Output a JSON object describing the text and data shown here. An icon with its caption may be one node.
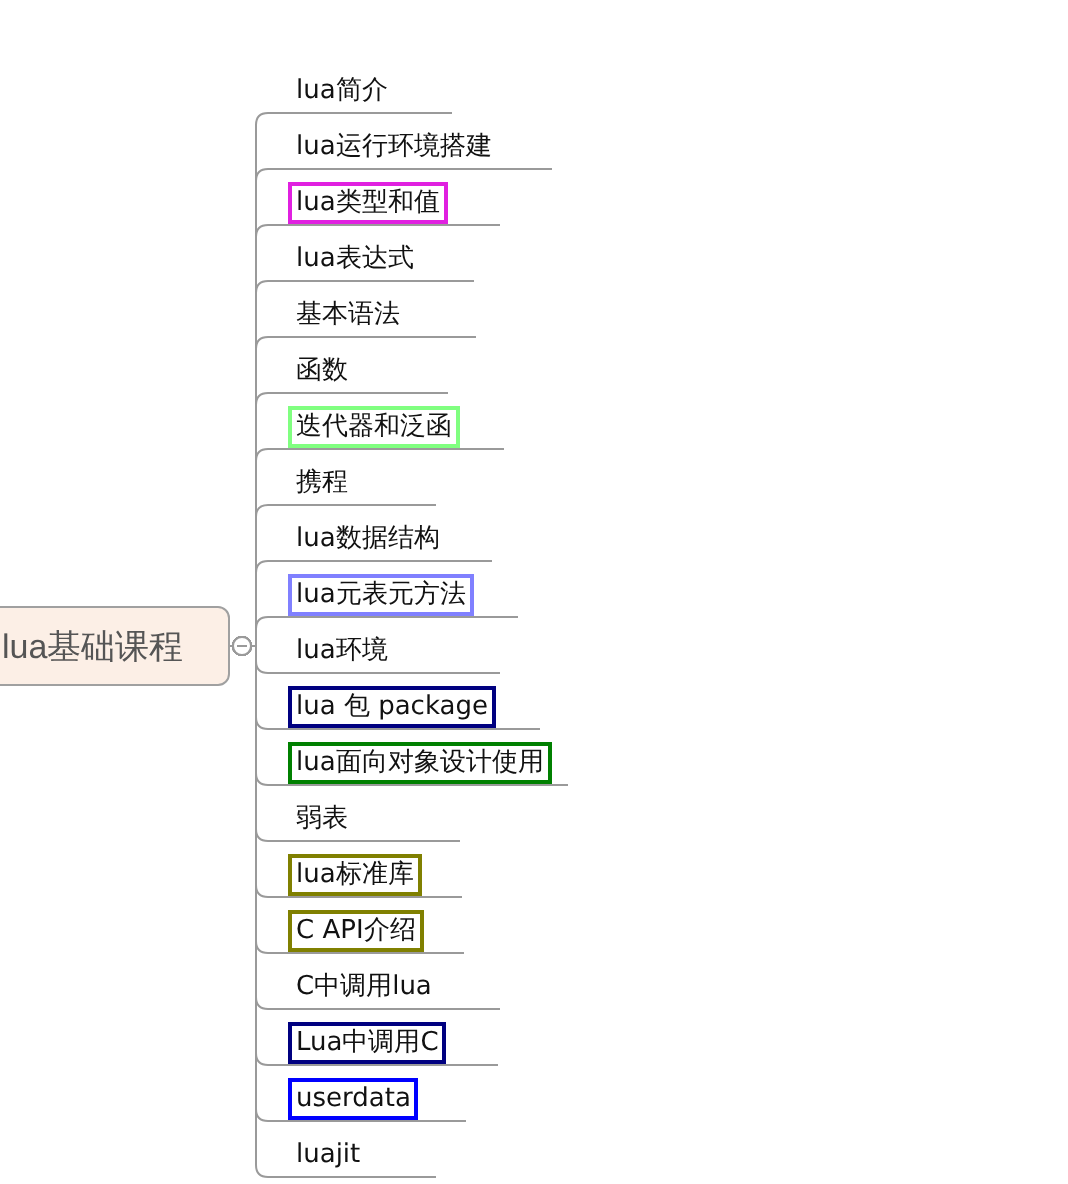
{
  "diagram": {
    "nodes": [
      {
        "text": [
          "lua基础课程"
        ]
      },
      {
        "text": [
          "lua简介"
        ]
      },
      {
        "text": [
          "lua运行环境搭建"
        ]
      },
      {
        "text": [
          "lua类型和值"
        ]
      },
      {
        "text": [
          "lua表达式"
        ]
      },
      {
        "text": [
          "基本语法"
        ]
      },
      {
        "text": [
          "函数"
        ]
      },
      {
        "text": [
          "迭代器和泛函"
        ]
      },
      {
        "text": [
          "携程"
        ]
      },
      {
        "text": [
          "lua数据结构"
        ]
      },
      {
        "text": [
          "lua元表元方法"
        ]
      },
      {
        "text": [
          "lua环境"
        ]
      },
      {
        "text": [
          "lua 包 package"
        ]
      },
      {
        "text": [
          "lua面向对象设计使用"
        ]
      },
      {
        "text": [
          "弱表"
        ]
      },
      {
        "text": [
          "lua标准库"
        ]
      },
      {
        "text": [
          "C API介绍"
        ]
      },
      {
        "text": [
          "C中调用lua"
        ]
      },
      {
        "text": [
          "Lua中调用C"
        ]
      },
      {
        "text": [
          "userdata"
        ]
      },
      {
        "text": [
          "luajit"
        ]
      }
    ],
    "edges": [
      {
        "from": 0,
        "to": 1,
        "arrow": "other"
      },
      {
        "from": 0,
        "to": 2,
        "arrow": "other"
      },
      {
        "from": 0,
        "to": 3,
        "arrow": "other"
      },
      {
        "from": 0,
        "to": 4,
        "arrow": "other"
      },
      {
        "from": 0,
        "to": 5,
        "arrow": "other"
      },
      {
        "from": 0,
        "to": 6,
        "arrow": "other"
      },
      {
        "from": 0,
        "to": 7,
        "arrow": "other"
      },
      {
        "from": 0,
        "to": 8,
        "arrow": "other"
      },
      {
        "from": 0,
        "to": 9,
        "arrow": "other"
      },
      {
        "from": 0,
        "to": 10,
        "arrow": "other"
      },
      {
        "from": 0,
        "to": 11,
        "arrow": "other"
      },
      {
        "from": 0,
        "to": 12,
        "arrow": "other"
      },
      {
        "from": 0,
        "to": 13,
        "arrow": "other"
      },
      {
        "from": 0,
        "to": 14,
        "arrow": "other"
      },
      {
        "from": 0,
        "to": 15,
        "arrow": "other"
      },
      {
        "from": 0,
        "to": 16,
        "arrow": "other"
      },
      {
        "from": 0,
        "to": 17,
        "arrow": "other"
      },
      {
        "from": 0,
        "to": 18,
        "arrow": "other"
      },
      {
        "from": 0,
        "to": 19,
        "arrow": "other"
      },
      {
        "from": 0,
        "to": 20,
        "arrow": "other"
      }
    ]
  }
}
